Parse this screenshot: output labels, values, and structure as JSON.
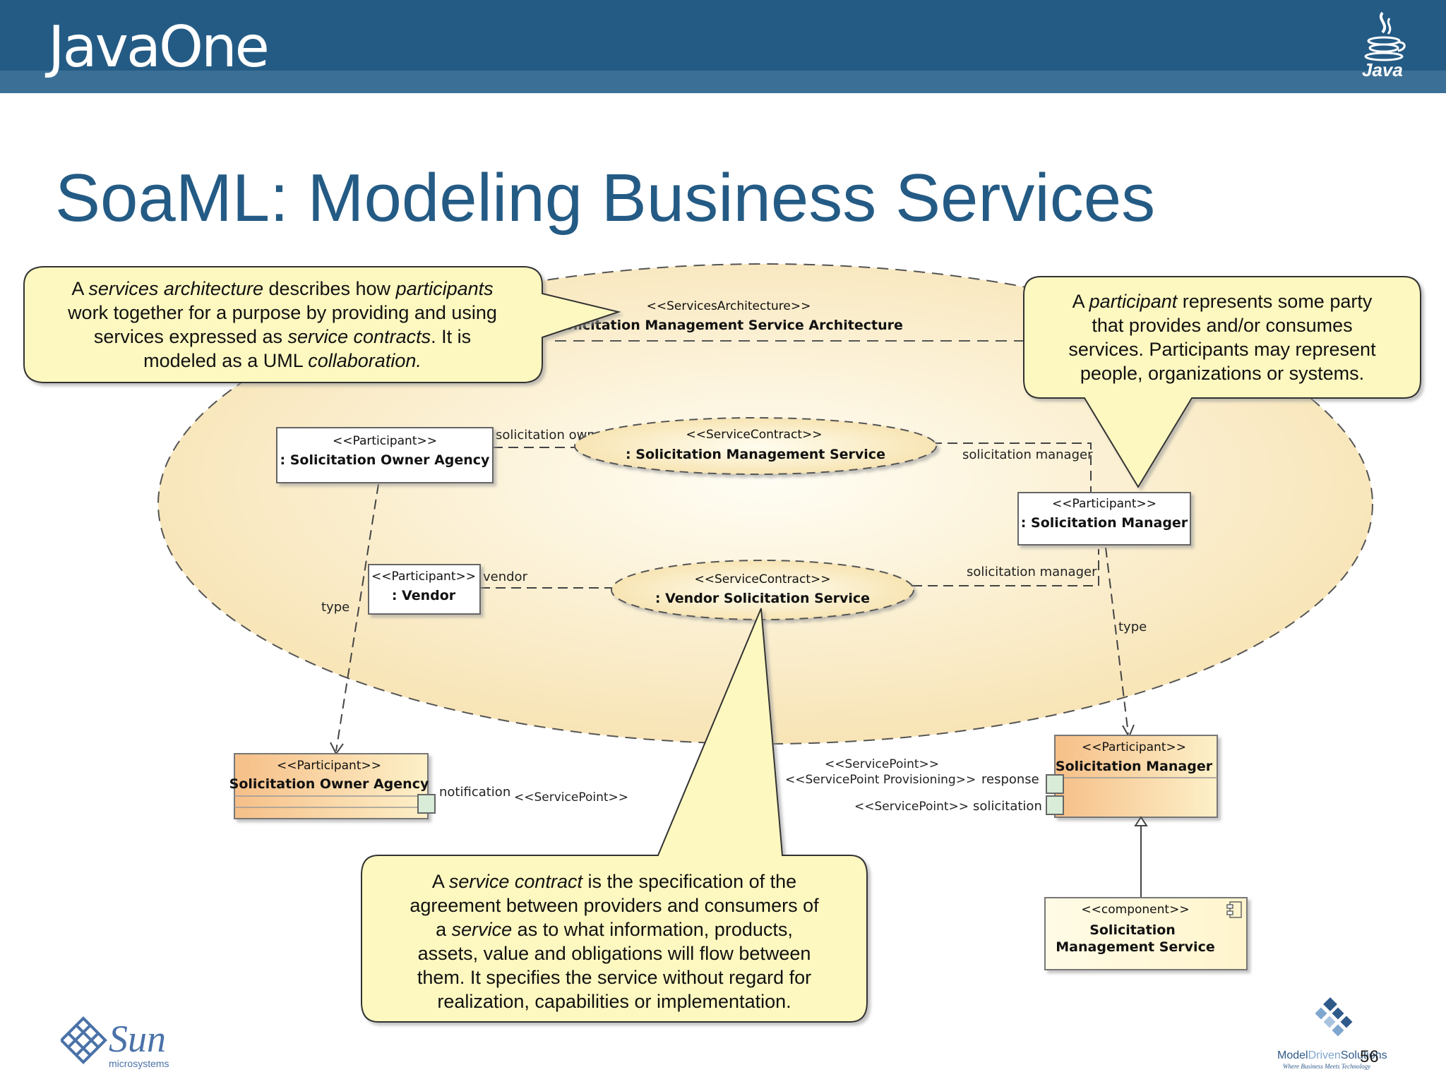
{
  "header": {
    "logo": "JavaOne",
    "brand": "Java"
  },
  "title": "SoaML: Modeling Business Services",
  "callouts": {
    "architecture": {
      "l1_pre": "A ",
      "l1_em": "services architecture",
      "l1_mid": " describes how ",
      "l1_em2": "participants",
      "l2": "work together for a purpose by providing and using",
      "l3_pre": "services expressed as ",
      "l3_em": "service contracts",
      "l3_post": ". It is",
      "l4_pre": "modeled as a UML ",
      "l4_em": "collaboration."
    },
    "participant": {
      "l1_pre": "A ",
      "l1_em": "participant",
      "l1_post": " represents some party",
      "l2": "that provides and/or consumes",
      "l3": "services. Participants may represent",
      "l4": "people, organizations or systems."
    },
    "contract": {
      "l1_pre": "A ",
      "l1_em": "service contract",
      "l1_post": " is the specification of the",
      "l2": "agreement between providers and consumers of",
      "l3_pre": "a ",
      "l3_em": "service",
      "l3_post": " as to what information, products,",
      "l4": "assets, value and obligations will flow between",
      "l5": "them. It specifies the service without regard for",
      "l6": "realization, capabilities or implementation."
    }
  },
  "diagram": {
    "architecture": {
      "stereotype": "<<ServicesArchitecture>>",
      "name": "Solicitation Management Service Architecture"
    },
    "owner_agency_role": {
      "stereotype": "<<Participant>>",
      "name": ": Solicitation Owner Agency"
    },
    "vendor_role": {
      "stereotype": "<<Participant>>",
      "name": ": Vendor"
    },
    "manager_role": {
      "stereotype": "<<Participant>>",
      "name": ": Solicitation Manager"
    },
    "contract1": {
      "stereotype": "<<ServiceContract>>",
      "name": ": Solicitation Management Service"
    },
    "contract2": {
      "stereotype": "<<ServiceContract>>",
      "name": ": Vendor Solicitation Service"
    },
    "edge_labels": {
      "solicitation_owner": "solicitation owner",
      "solicitation_manager_1": "solicitation manager",
      "vendor": "vendor",
      "solicitation_manager_2": "solicitation manager",
      "type_left": "type",
      "type_right": "type"
    },
    "owner_agency_class": {
      "stereotype": "<<Participant>>",
      "name": "Solicitation Owner Agency"
    },
    "manager_class": {
      "stereotype": "<<Participant>>",
      "name": "Solicitation Manager"
    },
    "component": {
      "stereotype": "<<component>>",
      "name_l1": "Solicitation",
      "name_l2": "Management Service"
    },
    "ports": {
      "notification": "notification",
      "sp_left": "<<ServicePoint>>",
      "sp_top1": "<<ServicePoint>>",
      "sp_top2": "<<ServicePoint Provisioning>>",
      "response": "response",
      "sp_bottom": "<<ServicePoint>>",
      "solicitation": "solicitation"
    }
  },
  "footer": {
    "sun": "Sun",
    "sun_sub": "microsystems",
    "mds_1": "Model",
    "mds_2": "Driven",
    "mds_3": "Solutions",
    "mds_tag": "Where Business Meets Technology",
    "page": "56"
  },
  "colors": {
    "header": "#245b85",
    "title": "#245b85",
    "callout_fill": "#fdf8c0",
    "ellipse_fill": "#fbf0cc",
    "class_fill": "#f8c890"
  }
}
